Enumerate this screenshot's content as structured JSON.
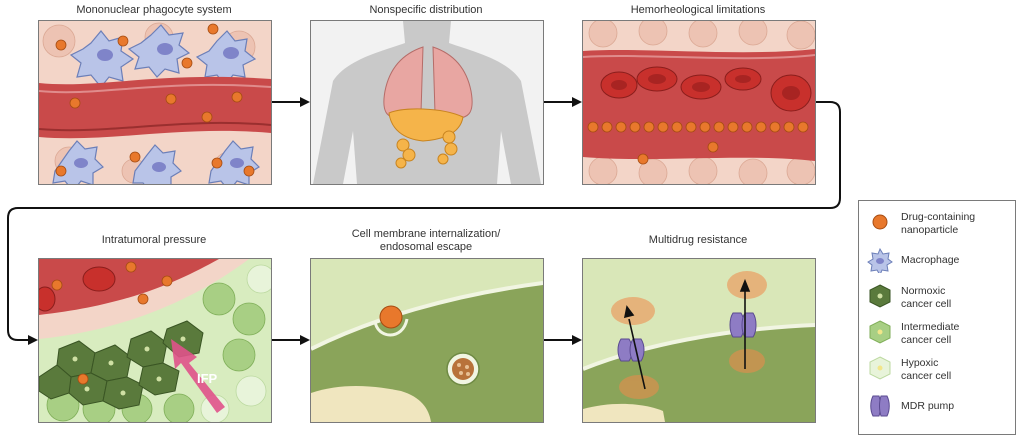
{
  "panels": [
    {
      "label": "Mononuclear phagocyte system"
    },
    {
      "label": "Nonspecific distribution"
    },
    {
      "label": "Hemorheological limitations"
    },
    {
      "label": "Intratumoral pressure"
    },
    {
      "label_line1": "Cell membrane internalization/",
      "label_line2": "endosomal escape"
    },
    {
      "label": "Multidrug resistance"
    }
  ],
  "annotations": {
    "ifp": "IFP"
  },
  "legend": [
    {
      "line1": "Drug-containing",
      "line2": "nanoparticle",
      "icon": "nanoparticle-icon"
    },
    {
      "line1": "Macrophage",
      "line2": "",
      "icon": "macrophage-icon"
    },
    {
      "line1": "Normoxic",
      "line2": "cancer cell",
      "icon": "normoxic-cell-icon"
    },
    {
      "line1": "Intermediate",
      "line2": "cancer cell",
      "icon": "intermediate-cell-icon"
    },
    {
      "line1": "Hypoxic",
      "line2": "cancer cell",
      "icon": "hypoxic-cell-icon"
    },
    {
      "line1": "MDR pump",
      "line2": "",
      "icon": "mdr-pump-icon"
    }
  ],
  "colors": {
    "nanoparticle": "#e8782c",
    "vessel": "#c94a4a",
    "rbc": "#c8302c",
    "normoxic": "#5a7a3c",
    "intermediate": "#a8cf84",
    "hypoxic": "#d8ecbf",
    "pump": "#8e7cc4",
    "tissue": "#f2d1c4"
  }
}
